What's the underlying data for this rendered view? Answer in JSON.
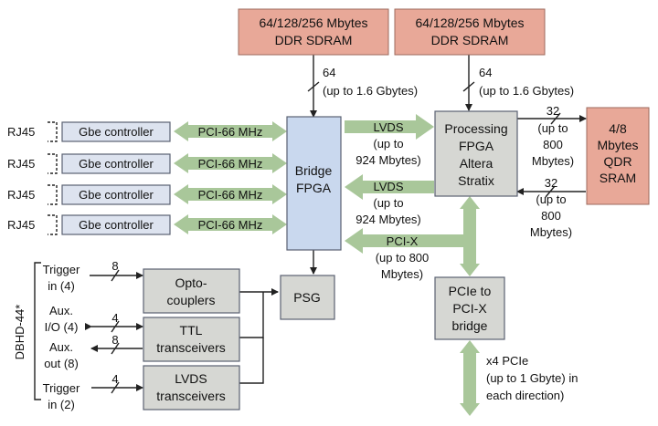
{
  "ddr_left": {
    "line1": "64/128/256 Mbytes",
    "line2": "DDR SDRAM",
    "bus": "64",
    "rate": "(up to 1.6 Gbytes)"
  },
  "ddr_right": {
    "line1": "64/128/256 Mbytes",
    "line2": "DDR SDRAM",
    "bus": "64",
    "rate": "(up to 1.6 Gbytes)"
  },
  "gbe": [
    {
      "port": "RJ45",
      "label": "Gbe controller",
      "bus": "PCI-66 MHz"
    },
    {
      "port": "RJ45",
      "label": "Gbe controller",
      "bus": "PCI-66 MHz"
    },
    {
      "port": "RJ45",
      "label": "Gbe controller",
      "bus": "PCI-66 MHz"
    },
    {
      "port": "RJ45",
      "label": "Gbe controller",
      "bus": "PCI-66 MHz"
    }
  ],
  "bridge_fpga": {
    "line1": "Bridge",
    "line2": "FPGA"
  },
  "processing_fpga": {
    "line1": "Processing",
    "line2": "FPGA",
    "line3": "Altera",
    "line4": "Stratix"
  },
  "qdr": {
    "line1": "4/8",
    "line2": "Mbytes",
    "line3": "QDR",
    "line4": "SRAM"
  },
  "lvds_top": {
    "line1": "LVDS",
    "line2": "(up to",
    "line3": "924 Mbytes)"
  },
  "lvds_bottom": {
    "line1": "LVDS",
    "line2": "(up to",
    "line3": "924 Mbytes)"
  },
  "pcix_link": {
    "line1": "PCI-X",
    "line2": "(up to 800",
    "line3": "Mbytes)"
  },
  "qdr_top": {
    "line1": "32",
    "line2": "(up to",
    "line3": "800",
    "line4": "Mbytes)"
  },
  "qdr_bottom": {
    "line1": "32",
    "line2": "(up to",
    "line3": "800",
    "line4": "Mbytes)"
  },
  "pcie_bridge": {
    "line1": "PCIe to",
    "line2": "PCI-X",
    "line3": "bridge"
  },
  "pcie_link": {
    "line1": "x4 PCIe",
    "line2": "(up to 1 Gbyte) in",
    "line3": "each direction)"
  },
  "psg": "PSG",
  "connector": "DBHD-44*",
  "opto": {
    "line1": "Opto-",
    "line2": "couplers"
  },
  "ttl": {
    "line1": "TTL",
    "line2": "transceivers"
  },
  "lvds_xcvr": {
    "line1": "LVDS",
    "line2": "transceivers"
  },
  "io": {
    "trigger_in4": {
      "line1": "Trigger",
      "line2": "in (4)",
      "bus": "8"
    },
    "aux_io": {
      "line1": "Aux.",
      "line2": "I/O (4)",
      "bus": "4"
    },
    "aux_out": {
      "line1": "Aux.",
      "line2": "out (8)",
      "bus": "8"
    },
    "trigger_in2": {
      "line1": "Trigger",
      "line2": "in (2)",
      "bus": "4"
    }
  },
  "colors": {
    "ddr": "#e8a898",
    "fpga_blue": "#c9d8ee",
    "gray_box": "#d6d7d3",
    "arrow_green": "#a9c79a",
    "gbe_box": "#dde3ef"
  }
}
